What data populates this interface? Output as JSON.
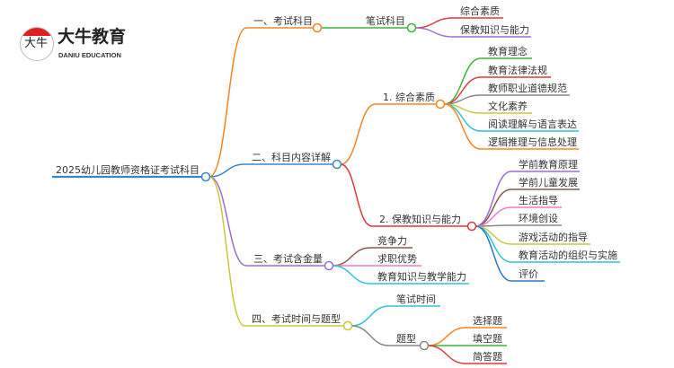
{
  "logo": {
    "name": "大牛教育",
    "subtitle": "DANIU EDUCATION",
    "mark": "大牛"
  },
  "root": {
    "label": "2025幼儿园教师资格证考试科目",
    "color": "#3a87c8"
  },
  "branches": [
    {
      "label": "一、考试科目",
      "color": "#f7851e",
      "children": [
        {
          "label": "笔试科目",
          "color": "#3cb43c",
          "children": [
            {
              "label": "综合素质",
              "color": "#e0383c"
            },
            {
              "label": "保教知识与能力",
              "color": "#9b6fd0"
            }
          ]
        }
      ]
    },
    {
      "label": "二、科目内容详解",
      "color": "#3a87c8",
      "children": [
        {
          "label": "1. 综合素质",
          "color": "#f7851e",
          "children": [
            {
              "label": "教育理念",
              "color": "#3cb43c"
            },
            {
              "label": "教育法律法规",
              "color": "#e0383c"
            },
            {
              "label": "教师职业道德规范",
              "color": "#888888"
            },
            {
              "label": "文化素养",
              "color": "#c8c83c"
            },
            {
              "label": "阅读理解与语言表达",
              "color": "#2cc4d8"
            },
            {
              "label": "逻辑推理与信息处理",
              "color": "#f7851e"
            }
          ]
        },
        {
          "label": "2. 保教知识与能力",
          "color": "#e0383c",
          "children": [
            {
              "label": "学前教育原理",
              "color": "#9b6fd0"
            },
            {
              "label": "学前儿童发展",
              "color": "#8b5a4a"
            },
            {
              "label": "生活指导",
              "color": "#f07ad0"
            },
            {
              "label": "环境创设",
              "color": "#888888"
            },
            {
              "label": "游戏活动的指导",
              "color": "#c8c83c"
            },
            {
              "label": "教育活动的组织与实施",
              "color": "#2cc4d8"
            },
            {
              "label": "评价",
              "color": "#2f78c4"
            }
          ]
        }
      ]
    },
    {
      "label": "三、考试含金量",
      "color": "#9b6fd0",
      "children": [
        {
          "label": "竞争力",
          "color": "#8b5a4a"
        },
        {
          "label": "求职优势",
          "color": "#f07ad0"
        },
        {
          "label": "教育知识与教学能力",
          "color": "#2cc4d8"
        }
      ]
    },
    {
      "label": "四、考试时间与题型",
      "color": "#c8c83c",
      "children": [
        {
          "label": "笔试时间",
          "color": "#2cc4d8"
        },
        {
          "label": "题型",
          "color": "#888888",
          "children": [
            {
              "label": "选择题",
              "color": "#f7851e"
            },
            {
              "label": "填空题",
              "color": "#3cb43c"
            },
            {
              "label": "简答题",
              "color": "#e0383c"
            }
          ]
        }
      ]
    }
  ]
}
